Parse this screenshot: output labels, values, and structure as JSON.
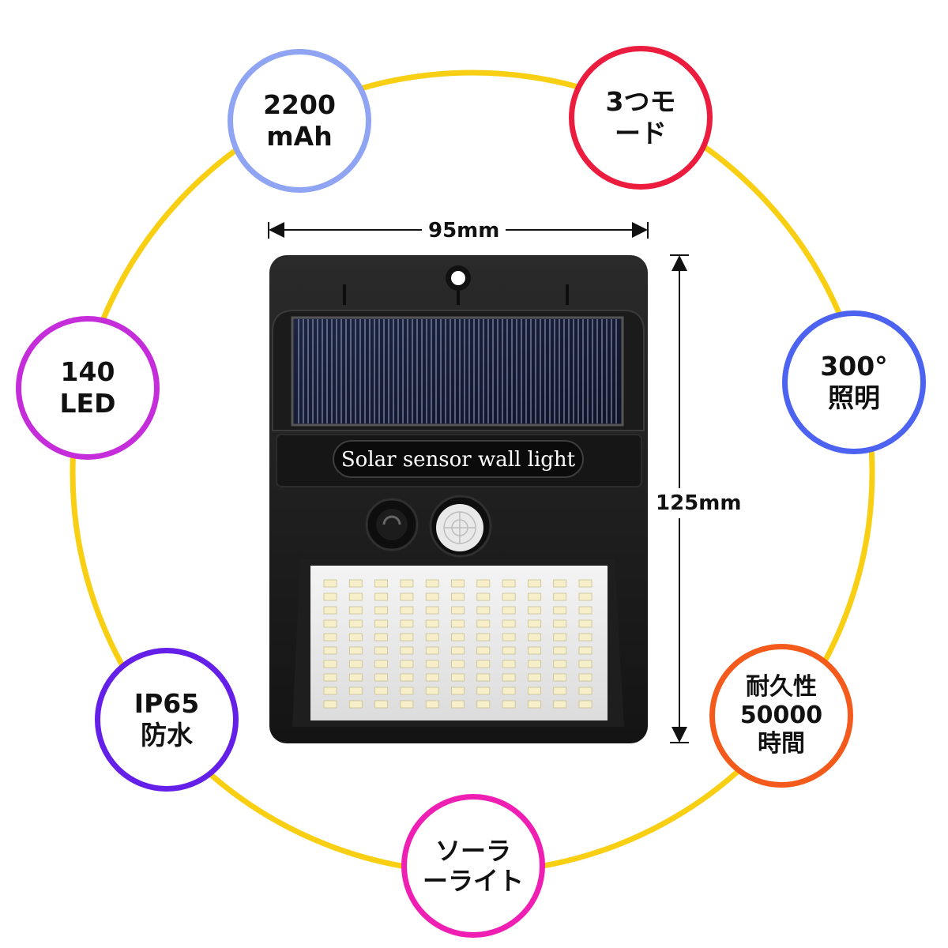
{
  "features": {
    "battery": [
      "2200",
      "mAh"
    ],
    "modes": [
      "3つモ",
      "ード"
    ],
    "leds": [
      "140",
      "LED"
    ],
    "angle": [
      "300°",
      "照明"
    ],
    "waterproof": [
      "IP65",
      "防水"
    ],
    "lifetime": [
      "耐久性",
      "50000",
      "時間"
    ],
    "solar": [
      "ソーラ",
      "ーライト"
    ]
  },
  "product": {
    "label": "Solar sensor wall light"
  },
  "dimensions": {
    "width": "95mm",
    "height": "125mm"
  },
  "colors": {
    "ring": "#F9CF13",
    "battery": "#8FA4F2",
    "modes": "#EC1C3E",
    "leds": "#C62DDA",
    "angle": "#4B63F0",
    "waterproof": "#6420E8",
    "lifetime": "#F45A1B",
    "solar": "#F01FB4"
  }
}
